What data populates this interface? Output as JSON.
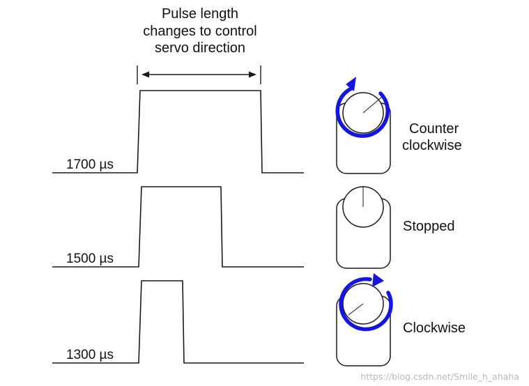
{
  "header": {
    "title_lines": [
      "Pulse length",
      "changes to control",
      "servo direction"
    ]
  },
  "rows": [
    {
      "pulse_label": "1700 µs",
      "servo_label_lines": [
        "Counter",
        "clockwise"
      ],
      "rotation": "counter-clockwise"
    },
    {
      "pulse_label": "1500 µs",
      "servo_label_lines": [
        "Stopped"
      ],
      "rotation": "none"
    },
    {
      "pulse_label": "1300 µs",
      "servo_label_lines": [
        "Clockwise"
      ],
      "rotation": "clockwise"
    }
  ],
  "watermark": "https://blog.csdn.net/Smile_h_ahaha",
  "colors": {
    "rotation_arrow": "#1515e0",
    "line": "#1a1a1a",
    "background": "#ffffff"
  }
}
